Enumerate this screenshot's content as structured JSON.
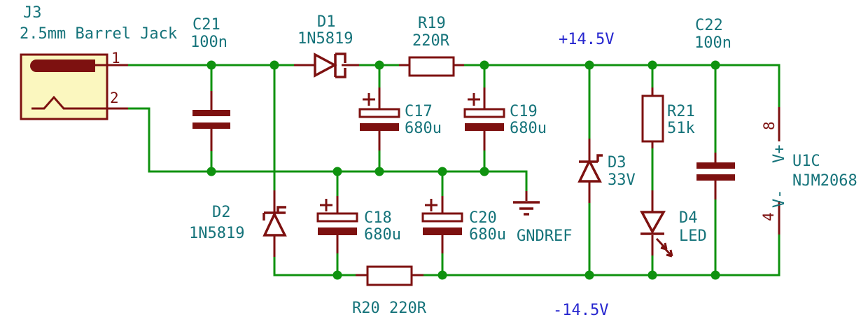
{
  "components": {
    "J3": {
      "ref": "J3",
      "value": "2.5mm Barrel Jack",
      "pin1": "1",
      "pin2": "2"
    },
    "C21": {
      "ref": "C21",
      "value": "100n"
    },
    "D1": {
      "ref": "D1",
      "value": "1N5819"
    },
    "R19": {
      "ref": "R19",
      "value": "220R"
    },
    "C17": {
      "ref": "C17",
      "value": "680u"
    },
    "C19": {
      "ref": "C19",
      "value": "680u"
    },
    "D2": {
      "ref": "D2",
      "value": "1N5819"
    },
    "C18": {
      "ref": "C18",
      "value": "680u"
    },
    "C20": {
      "ref": "C20",
      "value": "680u"
    },
    "R20": {
      "label": "R20 220R"
    },
    "D3": {
      "ref": "D3",
      "value": "33V"
    },
    "R21": {
      "ref": "R21",
      "value": "51k"
    },
    "D4": {
      "ref": "D4",
      "value": "LED"
    },
    "C22": {
      "ref": "C22",
      "value": "100n"
    },
    "U1C": {
      "ref": "U1C",
      "value": "NJM2068",
      "pin8_number": "8",
      "pin8_name": "V+",
      "pin4_number": "4",
      "pin4_name": "V-"
    }
  },
  "power": {
    "positive_rail": "+14.5V",
    "negative_rail": "-14.5V",
    "ground": "GNDREF"
  },
  "colors": {
    "wire": "#0F920F",
    "symbol": "#7D1110",
    "label": "#15737A",
    "power_label": "#2626CF",
    "jack_fill": "#FBF7BF",
    "background": "#FFFFFF"
  }
}
